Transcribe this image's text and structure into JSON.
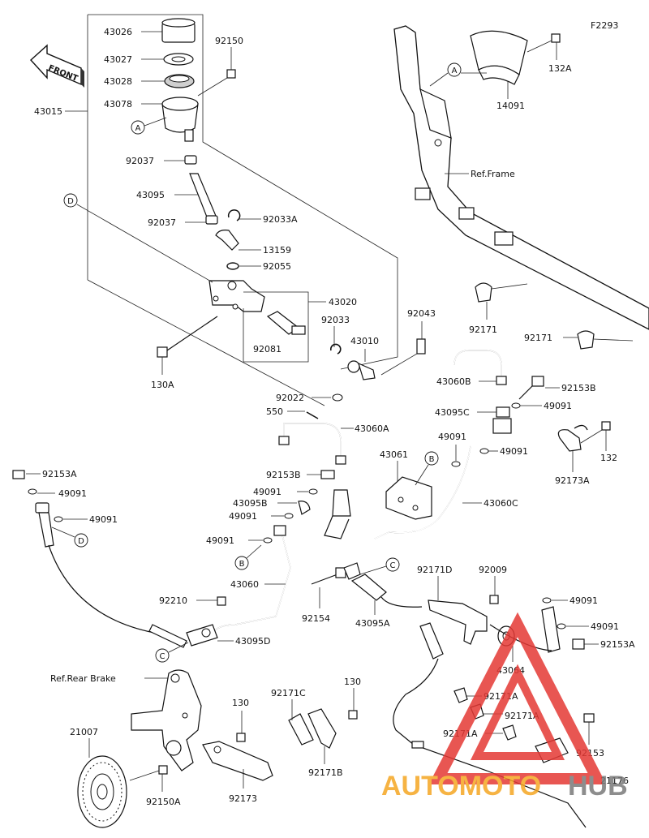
{
  "diagram_code": "F2293",
  "front_label": "FRONT",
  "ref_labels": {
    "frame": "Ref.Frame",
    "rear_brake": "Ref.Rear Brake"
  },
  "callouts": {
    "A": "A",
    "B": "B",
    "C": "C",
    "D": "D"
  },
  "parts": {
    "p43026": "43026",
    "p43027": "43027",
    "p43028": "43028",
    "p43078": "43078",
    "p43015": "43015",
    "p92150": "92150",
    "p92037a": "92037",
    "p43095": "43095",
    "p92037b": "92037",
    "p92033A": "92033A",
    "p13159": "13159",
    "p92055": "92055",
    "p43020": "43020",
    "p92033": "92033",
    "p43010": "43010",
    "p92081": "92081",
    "p130A": "130A",
    "p92022": "92022",
    "p550": "550",
    "p43060A": "43060A",
    "p92043": "92043",
    "p43060B": "43060B",
    "p92153B_top": "92153B",
    "p49091_a": "49091",
    "p43095C": "43095C",
    "p49091_b": "49091",
    "p43061": "43061",
    "p49091_c": "49091",
    "p132": "132",
    "p92173A": "92173A",
    "p92153A_left": "92153A",
    "p49091_d": "49091",
    "p49091_e": "49091",
    "p92153B_mid": "92153B",
    "p49091_f": "49091",
    "p43095B": "43095B",
    "p49091_g": "49091",
    "p43060C": "43060C",
    "p49091_h": "49091",
    "p43060": "43060",
    "p92210": "92210",
    "p92154": "92154",
    "p43095A": "43095A",
    "p92171D": "92171D",
    "p92009": "92009",
    "p49091_i": "49091",
    "p49091_j": "49091",
    "p92153A_right": "92153A",
    "p43095D": "43095D",
    "p43064": "43064",
    "p92171A_1": "92171A",
    "p92171A_2": "92171A",
    "p92171A_3": "92171A",
    "p92171C": "92171C",
    "p130_a": "130",
    "p130_b": "130",
    "p92171B": "92171B",
    "p21007": "21007",
    "p92150A": "92150A",
    "p92173": "92173",
    "p92153": "92153",
    "p21176": "21176",
    "p132A": "132A",
    "p14091": "14091",
    "p92171_a": "92171",
    "p92171_b": "92171"
  },
  "watermark": {
    "text_part1": "AUTOMOTO",
    "text_part2": "HUB",
    "color_orange": "#f5a623",
    "color_red": "#e53935",
    "color_gray": "#7a7a7a"
  }
}
